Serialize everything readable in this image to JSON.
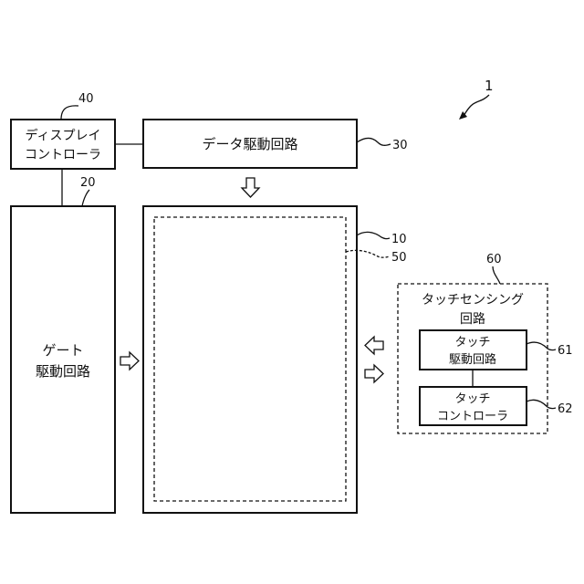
{
  "figure_ref": "1",
  "display_controller": {
    "ref": "40",
    "label_line1": "ディスプレイ",
    "label_line2": "コントローラ"
  },
  "data_driver": {
    "ref": "30",
    "label": "データ駆動回路"
  },
  "gate_driver": {
    "ref": "20",
    "label_line1": "ゲート",
    "label_line2": "駆動回路"
  },
  "display_panel": {
    "ref": "10"
  },
  "touch_screen": {
    "ref": "50"
  },
  "touch_sensing": {
    "ref": "60",
    "label_line1": "タッチセンシング",
    "label_line2": "回路",
    "touch_driver": {
      "ref": "61",
      "label_line1": "タッチ",
      "label_line2": "駆動回路"
    },
    "touch_controller": {
      "ref": "62",
      "label_line1": "タッチ",
      "label_line2": "コントローラ"
    }
  }
}
